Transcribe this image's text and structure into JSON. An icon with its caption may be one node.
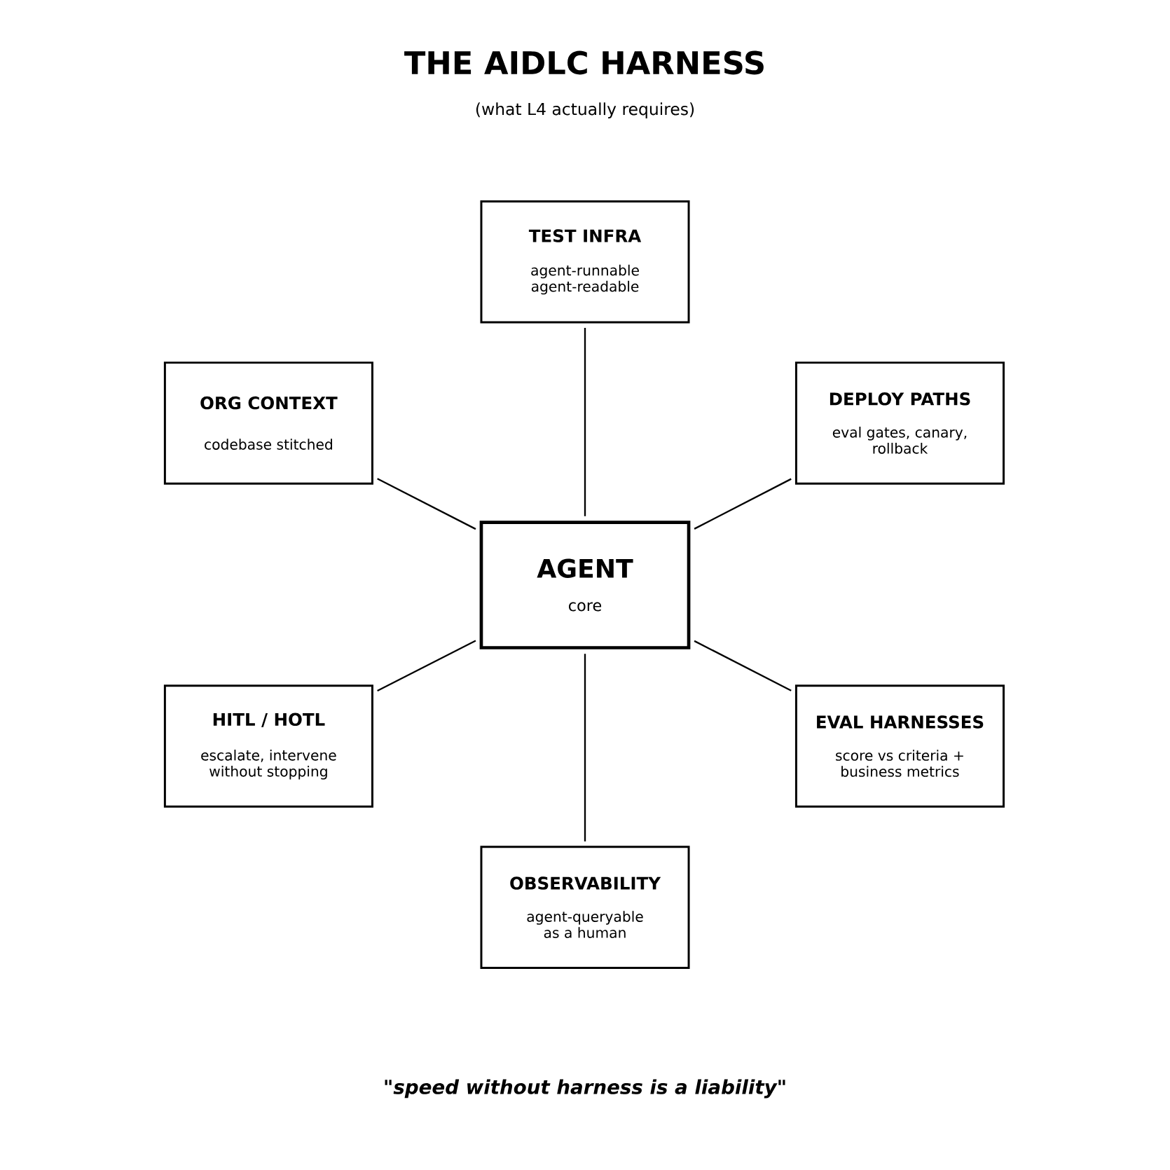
{
  "diagram": {
    "title": "THE AIDLC HARNESS",
    "caption": "\"speed without harness is a liability\"",
    "labels": [
      "(what L4 actually requires)"
    ],
    "nodes": [
      {
        "text": [
          "TEST INFRA",
          "agent-runnable agent-readable"
        ]
      },
      {
        "text": [
          "ORG CONTEXT",
          "codebase stitched"
        ]
      },
      {
        "text": [
          "DEPLOY PATHS",
          "eval gates, canary, rollback"
        ]
      },
      {
        "text": [
          "AGENT",
          "core"
        ]
      },
      {
        "text": [
          "HITL / HOTL",
          "escalate, intervene without stopping"
        ]
      },
      {
        "text": [
          "EVAL HARNESSES",
          "score vs criteria + business metrics"
        ]
      },
      {
        "text": [
          "OBSERVABILITY",
          "agent-queryable as a human"
        ]
      }
    ],
    "edges": [
      {
        "from": 0,
        "to": 3,
        "arrow": "none"
      },
      {
        "from": 1,
        "to": 3,
        "arrow": "none"
      },
      {
        "from": 2,
        "to": 3,
        "arrow": "none"
      },
      {
        "from": 3,
        "to": 4,
        "arrow": "none"
      },
      {
        "from": 3,
        "to": 5,
        "arrow": "none"
      },
      {
        "from": 3,
        "to": 6,
        "arrow": "none"
      }
    ]
  }
}
